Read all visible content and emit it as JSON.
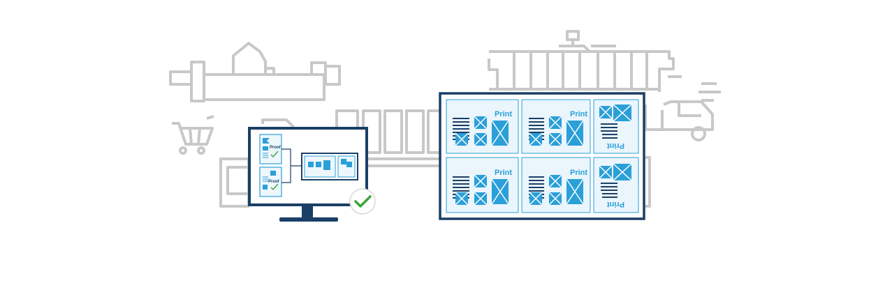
{
  "illustration": {
    "print_label": "Print",
    "proof_label": "Proof",
    "colors": {
      "machine_gray": "#c8c8c8",
      "navy": "#1b3f66",
      "blue": "#2a9fd8",
      "light_blue": "#d6ecf8",
      "check_green": "#3aa53a"
    },
    "icons": [
      "production-line",
      "shopping-cart-icon",
      "monitor-icon",
      "checkmark-icon",
      "press-icon",
      "delivery-truck-icon",
      "imposition-sheet"
    ]
  }
}
